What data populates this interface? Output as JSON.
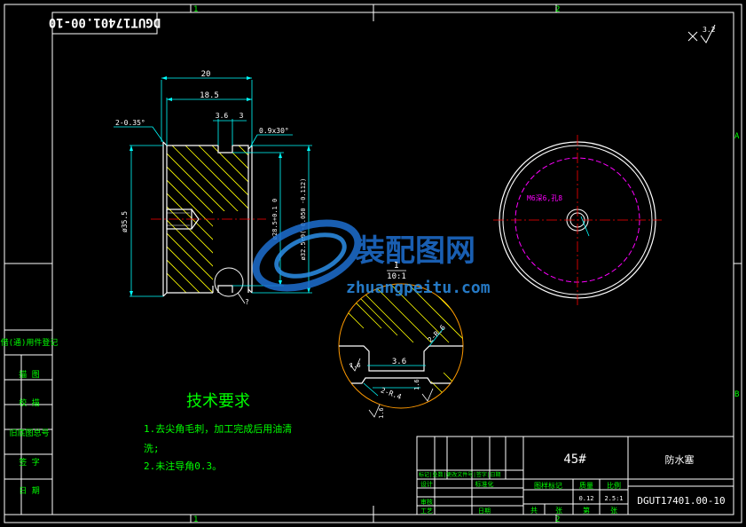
{
  "drawing_number_top": "DGUT17401.00-10",
  "roughness": "3.2",
  "zone_cols": [
    "1",
    "2"
  ],
  "zone_rows": [
    "A",
    "B"
  ],
  "dims": {
    "d20": "20",
    "d18_5": "18.5",
    "d3_6": "3.6",
    "d3": "3",
    "chamfer_left": "2-0.35°",
    "chamfer_right": "0.9x30°",
    "dia35_5": "ø35.5",
    "dia28_5": "ø28.5+0.1 0",
    "dia32_5": "ø32.5e9(-0.050 -0.112)",
    "qmark": "?"
  },
  "detail": {
    "label": "I",
    "scale": "10:1",
    "r_top": "2-R.6",
    "r_bot": "2-R.4",
    "w36": "3.6",
    "v16a": "1.6",
    "v16b": "1.6",
    "v16c": "1.6"
  },
  "right_view": {
    "thread": "M6深6,孔8"
  },
  "tech": {
    "title": "技术要求",
    "line1": "1.去尖角毛刺，加工完成后用油清",
    "line2": "洗;",
    "line3": "2.未注导角0.3。"
  },
  "side_block": [
    "借(通)用件登记",
    "描  图",
    "校  描",
    "旧底图总号",
    "签  字",
    "日  期"
  ],
  "title_block": {
    "material": "45#",
    "part_name": "防水塞",
    "drawing_number": "DGUT17401.00-10",
    "scale_value": "2.5:1",
    "weight_value": "0.12",
    "rows": [
      "标记|处数|更改文件号|签字|日期",
      "设计",
      "审核",
      "工艺"
    ],
    "labels": [
      "图样标记",
      "质量",
      "比例",
      "共",
      "张",
      "第",
      "张",
      "标准化",
      "日期"
    ]
  },
  "watermark": {
    "cn": "装配图网",
    "url": "zhuangpeitu.com"
  }
}
